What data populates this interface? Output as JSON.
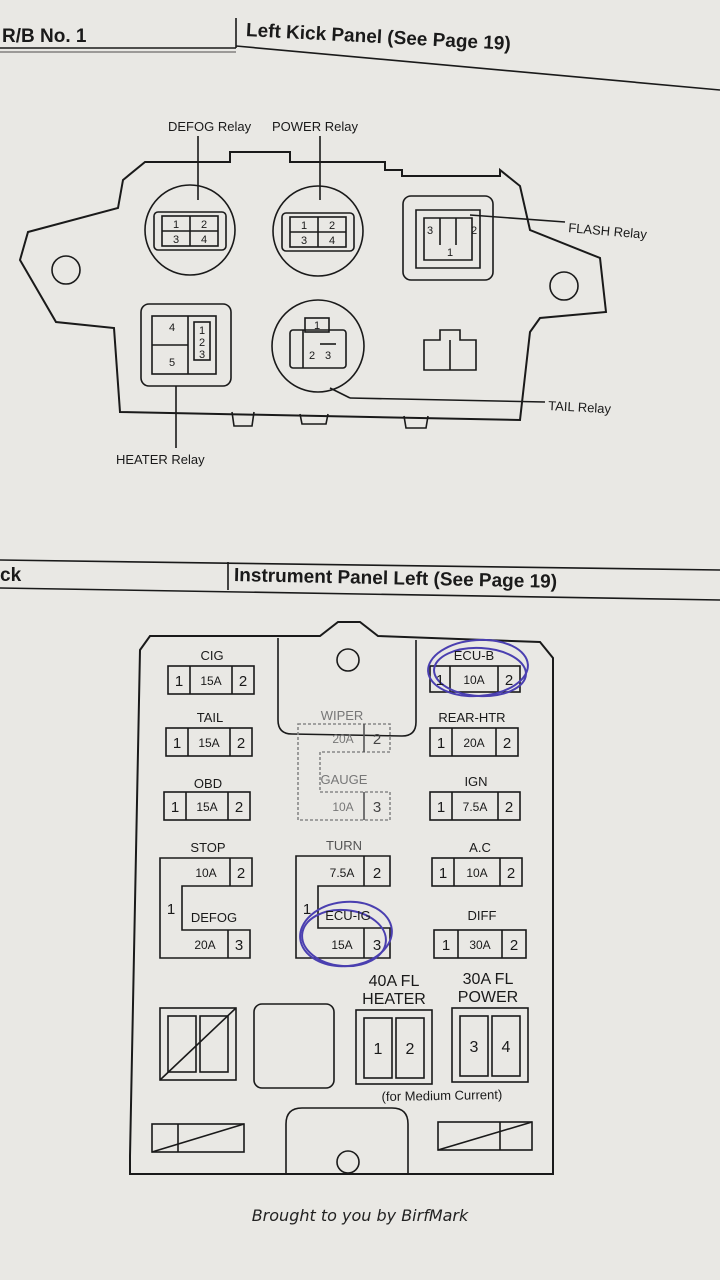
{
  "section1": {
    "left_header": "R/B No. 1",
    "right_header": "Left Kick Panel (See Page 19)",
    "relays": {
      "defog": "DEFOG Relay",
      "power": "POWER Relay",
      "flash": "FLASH Relay",
      "tail": "TAIL Relay",
      "heater": "HEATER Relay"
    },
    "pins": {
      "p1": "1",
      "p2": "2",
      "p3": "3",
      "p4": "4",
      "p5": "5"
    }
  },
  "section2": {
    "left_header": "ck",
    "right_header": "Instrument Panel Left (See Page 19)",
    "fuses": {
      "cig": {
        "name": "CIG",
        "amp": "15A"
      },
      "tail": {
        "name": "TAIL",
        "amp": "15A"
      },
      "obd": {
        "name": "OBD",
        "amp": "15A"
      },
      "stop": {
        "name": "STOP",
        "amp": "10A"
      },
      "defog": {
        "name": "DEFOG",
        "amp": "20A"
      },
      "wiper": {
        "name": "WIPER",
        "amp": "20A"
      },
      "gauge": {
        "name": "GAUGE",
        "amp": "10A"
      },
      "turn": {
        "name": "TURN",
        "amp": "7.5A"
      },
      "ecu_ig": {
        "name": "ECU-IG",
        "amp": "15A"
      },
      "ecu_b": {
        "name": "ECU-B",
        "amp": "10A"
      },
      "rear_htr": {
        "name": "REAR-HTR",
        "amp": "20A"
      },
      "ign": {
        "name": "IGN",
        "amp": "7.5A"
      },
      "ac": {
        "name": "A.C",
        "amp": "10A"
      },
      "diff": {
        "name": "DIFF",
        "amp": "30A"
      }
    },
    "fusible_links": {
      "heater": {
        "line1": "40A FL",
        "line2": "HEATER"
      },
      "power": {
        "line1": "30A FL",
        "line2": "POWER"
      }
    },
    "medium_current_note": "(for Medium Current)",
    "pins": {
      "p1": "1",
      "p2": "2",
      "p3": "3",
      "p4": "4"
    },
    "annotation_color": "#4a3fb0"
  },
  "footer": "Brought to you by BirfMark"
}
